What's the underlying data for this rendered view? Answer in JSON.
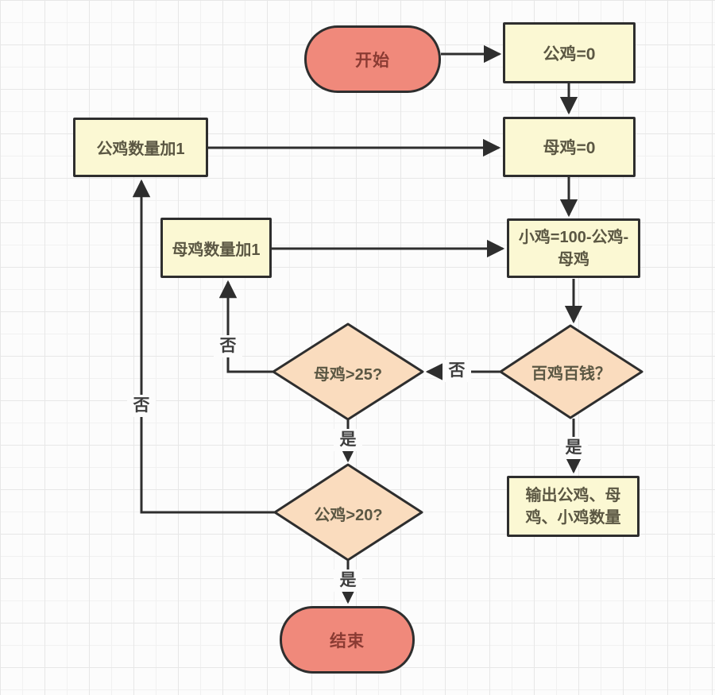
{
  "diagram": {
    "type": "flowchart",
    "nodes": {
      "start": {
        "label": "开始",
        "shape": "terminator"
      },
      "rooster_init": {
        "label": "公鸡=0",
        "shape": "process"
      },
      "hen_init": {
        "label": "母鸡=0",
        "shape": "process"
      },
      "chick_calc": {
        "label": "小鸡=100-公鸡-母鸡",
        "shape": "process"
      },
      "hundred_check": {
        "label": "百鸡百钱？",
        "shape": "decision"
      },
      "hen_check": {
        "label": "母鸡>25?",
        "shape": "decision"
      },
      "rooster_check": {
        "label": "公鸡>20?",
        "shape": "decision"
      },
      "hen_inc": {
        "label": "母鸡数量加1",
        "shape": "process"
      },
      "rooster_inc": {
        "label": "公鸡数量加1",
        "shape": "process"
      },
      "output": {
        "label": "输出公鸡、母鸡、小鸡数量",
        "shape": "process"
      },
      "end": {
        "label": "结束",
        "shape": "terminator"
      }
    },
    "edge_labels": {
      "hundred_no": "否",
      "hundred_yes": "是",
      "hen_no": "否",
      "hen_yes": "是",
      "rooster_no": "否",
      "rooster_yes": "是"
    },
    "edges": [
      {
        "from": "start",
        "to": "rooster_init",
        "label": ""
      },
      {
        "from": "rooster_init",
        "to": "hen_init",
        "label": ""
      },
      {
        "from": "hen_init",
        "to": "chick_calc",
        "label": ""
      },
      {
        "from": "chick_calc",
        "to": "hundred_check",
        "label": ""
      },
      {
        "from": "hundred_check",
        "to": "hen_check",
        "label": "否"
      },
      {
        "from": "hundred_check",
        "to": "output",
        "label": "是"
      },
      {
        "from": "hen_check",
        "to": "hen_inc",
        "label": "否"
      },
      {
        "from": "hen_check",
        "to": "rooster_check",
        "label": "是"
      },
      {
        "from": "hen_inc",
        "to": "chick_calc",
        "label": ""
      },
      {
        "from": "rooster_check",
        "to": "rooster_inc",
        "label": "否"
      },
      {
        "from": "rooster_check",
        "to": "end",
        "label": "是"
      },
      {
        "from": "rooster_inc",
        "to": "hen_init",
        "label": ""
      }
    ],
    "colors": {
      "stroke": "#2E2E2E",
      "terminator_fill": "#F0897B",
      "terminator_text": "#8A3B33",
      "process_fill": "#FBF8D3",
      "decision_fill": "#FADCBE",
      "node_text": "#5B5743",
      "edge_label_text": "#3D3D3D"
    }
  }
}
